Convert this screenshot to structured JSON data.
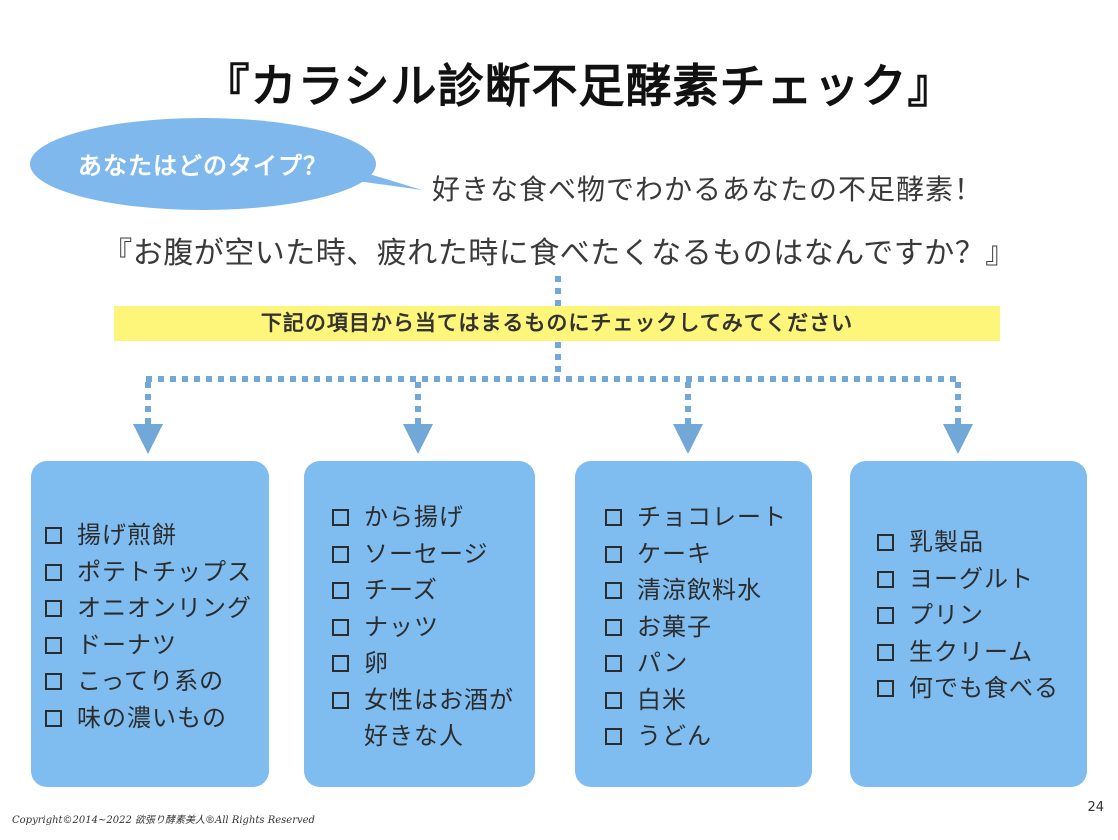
{
  "title": "『カラシル診断不足酵素チェック』",
  "bubble": "あなたはどのタイプ？",
  "subtitle": "好きな食べ物でわかるあなたの不足酵素！",
  "question": "『お腹が空いた時、疲れた時に食べたくなるものはなんですか？』",
  "banner": "下記の項目から当てはまるものにチェックしてみてください",
  "columns": [
    [
      "揚げ煎餅",
      "ポテトチップス",
      "オニオンリング",
      "ドーナツ",
      "こってり系の",
      "味の濃いもの"
    ],
    [
      "から揚げ",
      "ソーセージ",
      "チーズ",
      "ナッツ",
      "卵",
      "女性はお酒が",
      "好きな人"
    ],
    [
      "チョコレート",
      "ケーキ",
      "清涼飲料水",
      "お菓子",
      "パン",
      "白米",
      "うどん"
    ],
    [
      "乳製品",
      "ヨーグルト",
      "プリン",
      "生クリーム",
      "何でも食べる"
    ]
  ],
  "footer": {
    "copyright": "Copyright©2014~2022 欲張り酵素美人®All Rights Reserved",
    "page": "24"
  },
  "colors": {
    "bubble": "#7fb8ec",
    "banner": "#fdf67a",
    "connector": "#72a8d8",
    "box": "#7fbcf0"
  }
}
